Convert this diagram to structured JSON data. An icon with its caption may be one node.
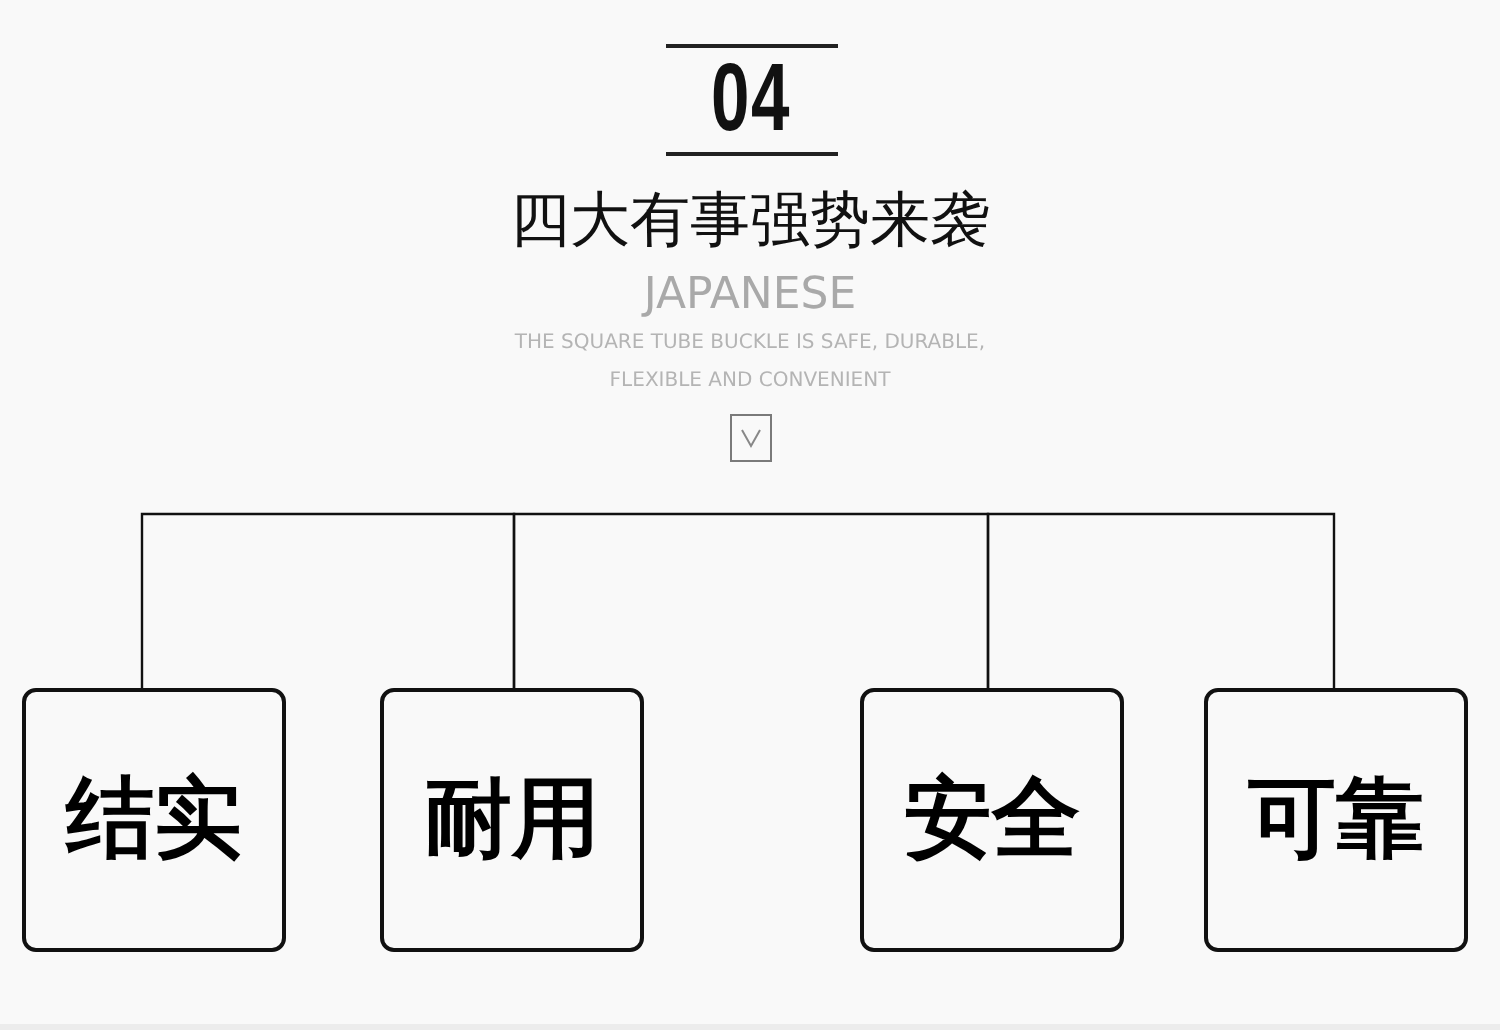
{
  "diagram": {
    "title": "四大有事强势来袭",
    "nodes": [
      {
        "text": [
          "结实"
        ]
      },
      {
        "text": [
          "耐用"
        ]
      },
      {
        "text": [
          "安全"
        ]
      },
      {
        "text": [
          "可靠"
        ]
      }
    ],
    "edges": [
      {
        "from": 0,
        "to": 1,
        "arrow": "none"
      },
      {
        "from": 1,
        "to": 2,
        "arrow": "none"
      },
      {
        "from": 2,
        "to": 3,
        "arrow": "none"
      }
    ],
    "labels": [
      "04",
      "JAPANESE",
      "THE SQUARE TUBE BUCKLE IS SAFE, DURABLE, FLEXIBLE AND CONVENIENT"
    ]
  }
}
